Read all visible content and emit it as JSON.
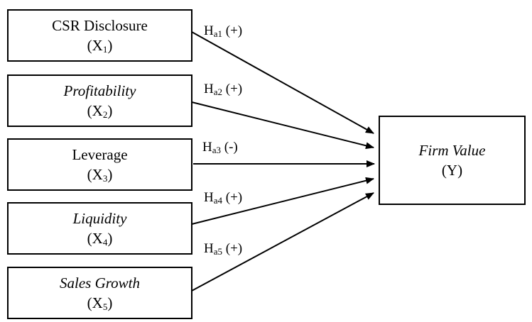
{
  "independent_variables": [
    {
      "id": "x1",
      "name": "CSR Disclosure",
      "italic": false,
      "symbol": "X",
      "index": "1"
    },
    {
      "id": "x2",
      "name": "Profitability",
      "italic": true,
      "symbol": "X",
      "index": "2"
    },
    {
      "id": "x3",
      "name": "Leverage",
      "italic": false,
      "symbol": "X",
      "index": "3"
    },
    {
      "id": "x4",
      "name": "Liquidity",
      "italic": true,
      "symbol": "X",
      "index": "4"
    },
    {
      "id": "x5",
      "name": "Sales Growth",
      "italic": true,
      "symbol": "X",
      "index": "5"
    }
  ],
  "dependent_variable": {
    "name": "Firm Value",
    "italic": true,
    "symbol": "(Y)"
  },
  "hypotheses": [
    {
      "base": "H",
      "sub": "a1",
      "sign": "(+)"
    },
    {
      "base": "H",
      "sub": "a2",
      "sign": "(+)"
    },
    {
      "base": "H",
      "sub": "a3",
      "sign": "(-)"
    },
    {
      "base": "H",
      "sub": "a4",
      "sign": "(+)"
    },
    {
      "base": "H",
      "sub": "a5",
      "sign": "(+)"
    }
  ],
  "paren_open": "(",
  "paren_close": ")"
}
